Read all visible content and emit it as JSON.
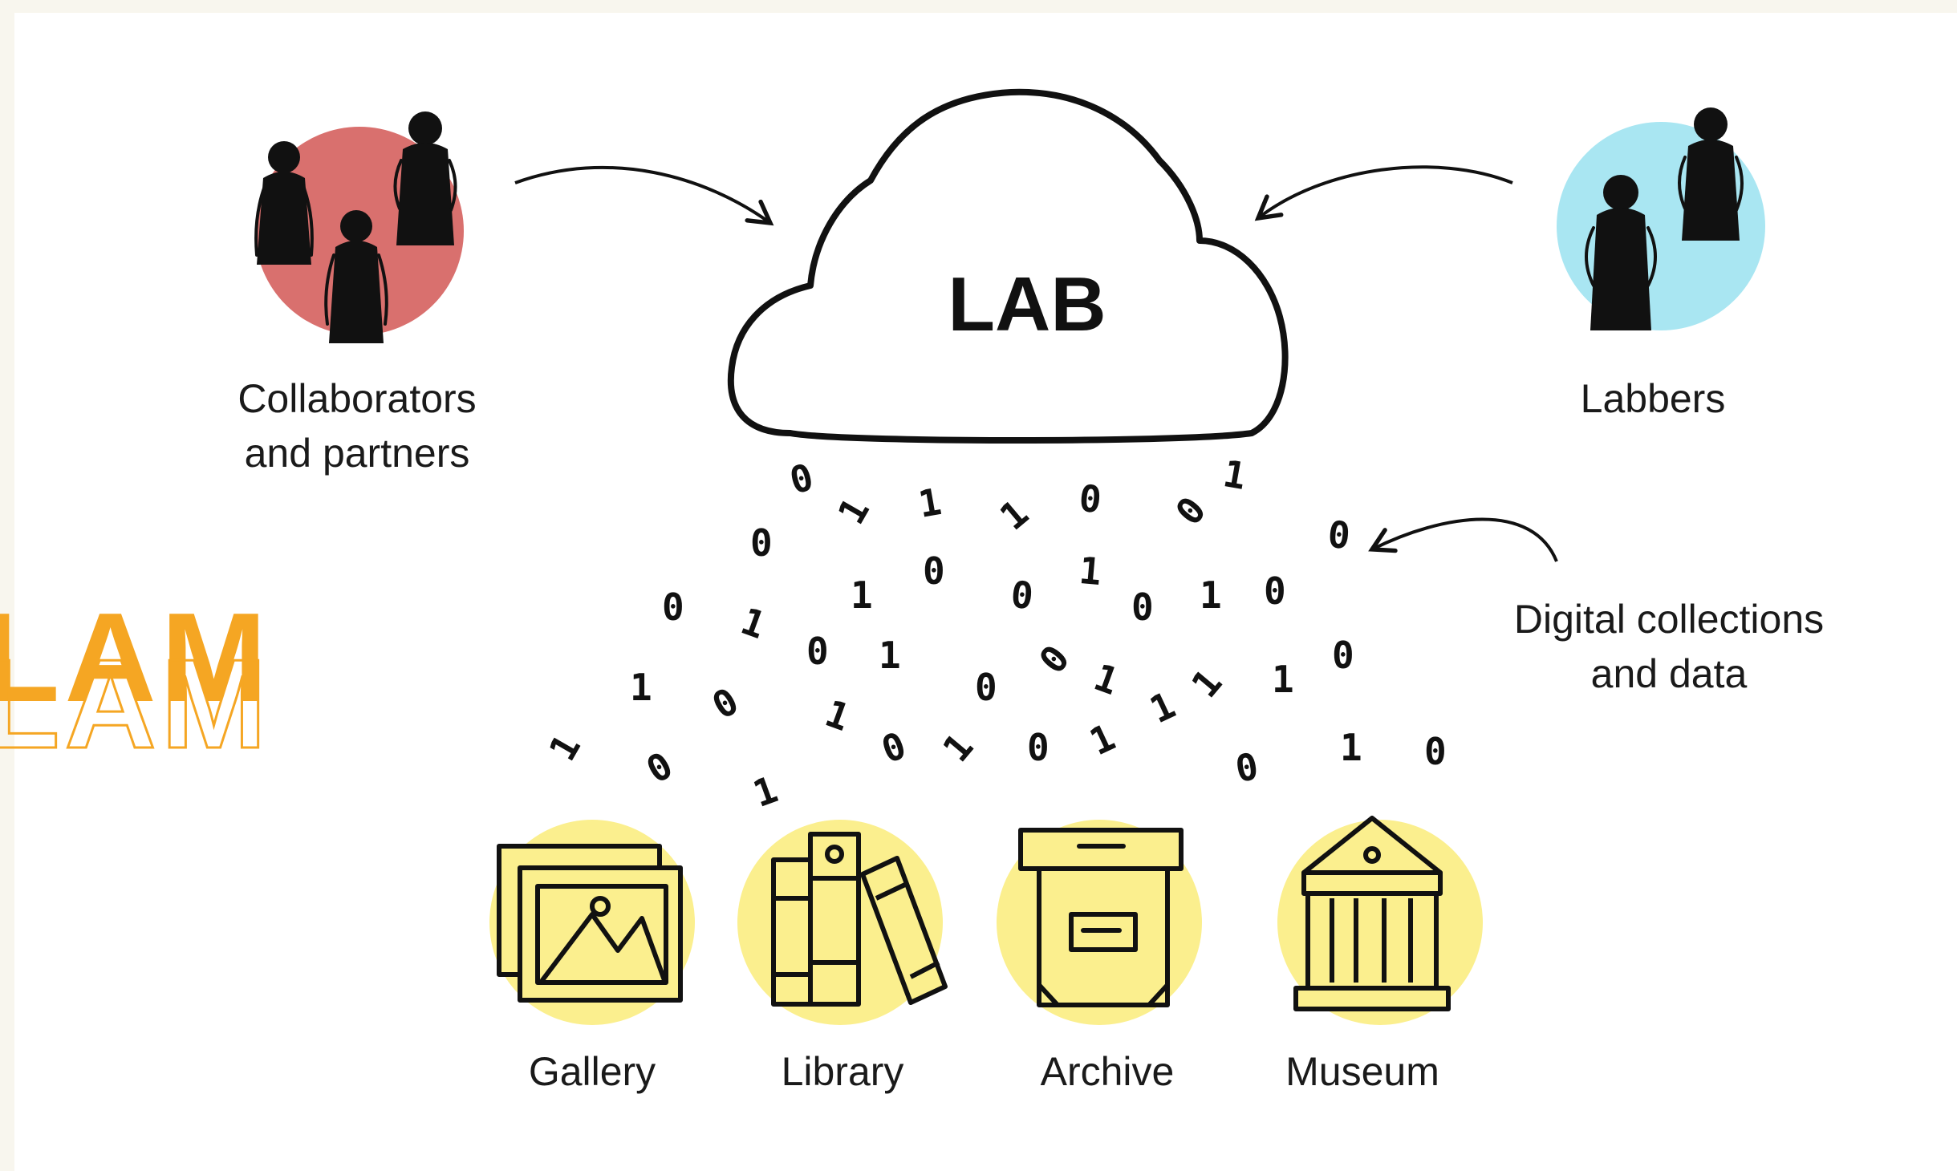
{
  "logo": {
    "text": "LAM"
  },
  "cloud": {
    "title": "LAB"
  },
  "groups": {
    "collaborators": "Collaborators\nand partners",
    "labbers": "Labbers",
    "digital": "Digital collections\nand data"
  },
  "institutions": [
    "Gallery",
    "Library",
    "Archive",
    "Museum"
  ],
  "binary_digits": [
    "0",
    "1",
    "1",
    "1",
    "0",
    "0",
    "1",
    "0",
    "0",
    "1",
    "0",
    "0",
    "1",
    "0",
    "1",
    "0",
    "1",
    "0",
    "1",
    "0",
    "1",
    "0",
    "1",
    "1",
    "0",
    "1",
    "1",
    "0",
    "1",
    "0",
    "1",
    "0",
    "1",
    "0",
    "1",
    "0",
    "1",
    "0",
    "1",
    "0"
  ],
  "colors": {
    "collaborators_circle": "#d9706e",
    "labbers_circle": "#a9e6f2",
    "institution_circle": "#fbef8e",
    "logo": "#f5a623"
  },
  "icons": [
    "people-icon",
    "cloud-icon",
    "gallery-icon",
    "library-icon",
    "archive-icon",
    "museum-icon",
    "arrow-icon"
  ]
}
